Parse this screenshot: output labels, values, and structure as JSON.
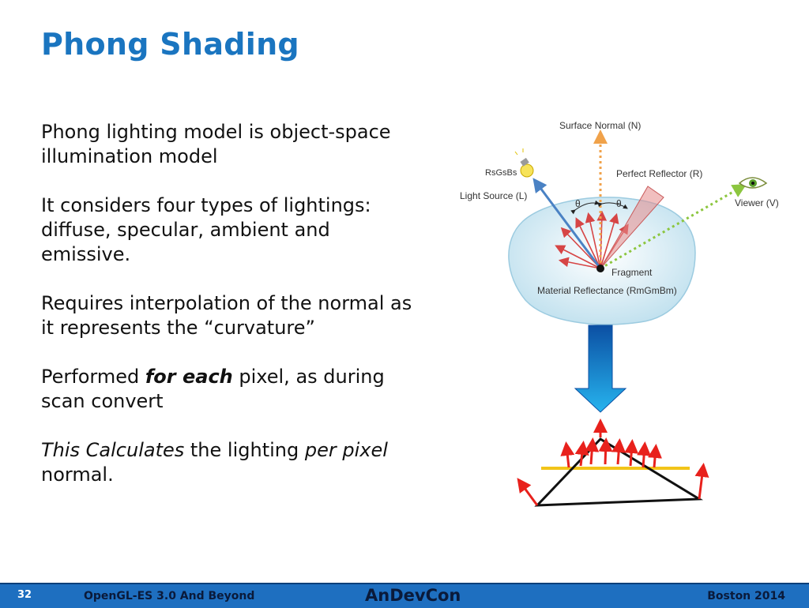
{
  "slide": {
    "title": "Phong Shading",
    "paragraphs": [
      {
        "text": "Phong lighting model is object-space illumination model"
      },
      {
        "text": "It considers four types of lightings: diffuse, specular, ambient and emissive."
      },
      {
        "text": "Requires interpolation of the normal as it represents the “curvature”"
      },
      {
        "pre": "Performed ",
        "emph": "for each",
        "post": " pixel, as during scan convert"
      },
      {
        "em1": "This Calculates",
        "mid": " the lighting ",
        "em2": "per pixel",
        "post": " normal."
      }
    ]
  },
  "diagram": {
    "surface_normal": "Surface Normal (N)",
    "source_color": "RsGsBs",
    "perfect_reflector": "Perfect Reflector (R)",
    "light_source": "Light Source (L)",
    "theta_left": "θ",
    "theta_right": "θ",
    "viewer": "Viewer (V)",
    "fragment": "Fragment",
    "material": "Material Reflectance (RmGmBm)"
  },
  "footer": {
    "page_number": "32",
    "course": "OpenGL-ES 3.0 And Beyond",
    "logo": "AnDevCon",
    "venue": "Boston 2014"
  },
  "colors": {
    "title": "#1a75c0",
    "footer_bg": "#1e6fc0",
    "arrow_red": "#e8211c",
    "scan_line": "#f2c418",
    "blob": "#d7ecf5"
  }
}
